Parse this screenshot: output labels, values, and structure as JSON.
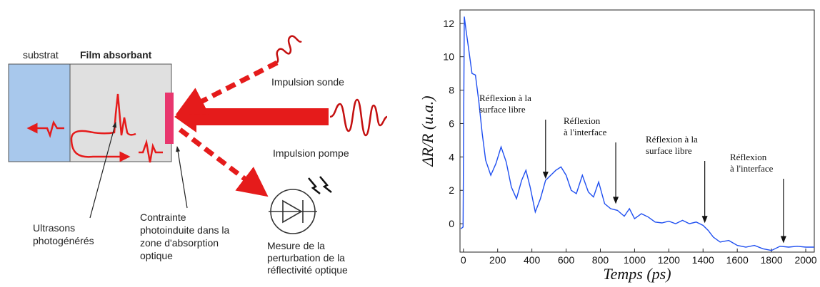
{
  "diagram": {
    "substrate_label": "substrat",
    "film_label": "Film absorbant",
    "probe_label": "Impulsion sonde",
    "pump_label": "Impulsion pompe",
    "ultrasound_label": [
      "Ultrasons",
      "photogénérés"
    ],
    "stress_label": [
      "Contrainte",
      "photoinduite dans la",
      "zone d'absorption",
      "optique"
    ],
    "measure_label": [
      "Mesure de la",
      "perturbation de la",
      "réflectivité optique"
    ],
    "colors": {
      "substrate": "#a8c8ec",
      "film": "#e0e0e0",
      "beam": "#e51b1b",
      "contact": "#e8366e"
    }
  },
  "chart_data": {
    "type": "line",
    "xlabel": "Temps (ps)",
    "ylabel": "ΔR/R (u.a.)",
    "xlim": [
      -20,
      2050
    ],
    "ylim": [
      -1.7,
      12.8
    ],
    "xticks": [
      0,
      200,
      400,
      600,
      800,
      1000,
      1200,
      1400,
      1600,
      1800,
      2000
    ],
    "yticks": [
      0,
      2,
      4,
      6,
      8,
      10,
      12
    ],
    "grid": false,
    "color": "#1f4ff0",
    "series": [
      {
        "x": [
          -15,
          -2,
          5,
          15,
          30,
          50,
          70,
          90,
          110,
          130,
          160,
          190,
          220,
          250,
          280,
          310,
          340,
          365,
          390,
          420,
          450,
          480,
          510,
          540,
          570,
          600,
          630,
          660,
          695,
          730,
          760,
          790,
          825,
          860,
          900,
          940,
          970,
          1000,
          1040,
          1080,
          1120,
          1160,
          1200,
          1240,
          1280,
          1320,
          1360,
          1400,
          1430,
          1460,
          1500,
          1550,
          1600,
          1650,
          1700,
          1750,
          1800,
          1850,
          1900,
          1950,
          2000,
          2050
        ],
        "y": [
          -0.3,
          -0.2,
          12.4,
          11.6,
          10.5,
          9.0,
          8.9,
          7.3,
          5.4,
          3.8,
          2.9,
          3.6,
          4.6,
          3.7,
          2.2,
          1.5,
          2.6,
          3.2,
          2.2,
          0.7,
          1.5,
          2.6,
          2.9,
          3.2,
          3.4,
          2.9,
          2.0,
          1.8,
          2.9,
          1.9,
          1.6,
          2.5,
          1.2,
          0.9,
          0.8,
          0.45,
          0.9,
          0.3,
          0.6,
          0.4,
          0.1,
          0.05,
          0.15,
          0.0,
          0.2,
          0.0,
          0.1,
          -0.1,
          -0.4,
          -0.8,
          -1.1,
          -1.0,
          -1.3,
          -1.4,
          -1.3,
          -1.5,
          -1.6,
          -1.35,
          -1.4,
          -1.35,
          -1.4,
          -1.4
        ]
      }
    ],
    "annotations": [
      {
        "lines": [
          "Réflexion à la",
          "surface libre"
        ],
        "target_x": 480,
        "target_y": 2.6
      },
      {
        "lines": [
          "Réflexion",
          "à l'interface"
        ],
        "target_x": 890,
        "target_y": 1.1
      },
      {
        "lines": [
          "Réflexion à la",
          "surface libre"
        ],
        "target_x": 1410,
        "target_y": -0.05
      },
      {
        "lines": [
          "Réflexion",
          "à l'interface"
        ],
        "target_x": 1870,
        "target_y": -1.25
      }
    ]
  }
}
